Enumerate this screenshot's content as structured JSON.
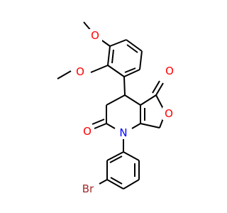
{
  "molecule": {
    "atom_labels": {
      "O_methoxy_top": "O",
      "O_methoxy_bottom": "O",
      "O_ring": "O",
      "O_ketone_right": "O",
      "O_ketone_left": "O",
      "N_amide": "N",
      "Br": "Br"
    },
    "colors": {
      "bond": "#000000",
      "oxygen": "#ff0000",
      "nitrogen": "#0000ff",
      "bromine": "#a52a2a"
    }
  }
}
